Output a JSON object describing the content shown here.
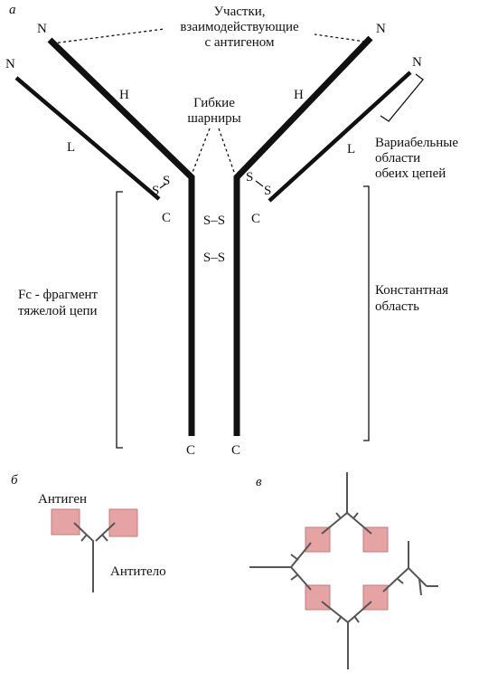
{
  "panel_a": {
    "letter": "а",
    "top_label": [
      "Участки,",
      "взаимодействующие",
      "с антигеном"
    ],
    "hinge_label": [
      "Гибкие",
      "шарниры"
    ],
    "variable_label": [
      "Вариабельные",
      "области",
      "обеих цепей"
    ],
    "constant_label": [
      "Константная",
      "область"
    ],
    "fc_label": [
      "Fc - фрагмент",
      "тяжелой цепи"
    ],
    "n_term": "N",
    "c_term": "C",
    "heavy_chain": "H",
    "light_chain": "L",
    "disulfide": "S–S",
    "disulfide_short": "S",
    "colors": {
      "chain": "#111111"
    }
  },
  "panel_b": {
    "letter": "б",
    "antigen_label": "Антиген",
    "antibody_label": "Антитело",
    "colors": {
      "antigen_fill": "#e5a3a3",
      "antigen_stroke": "#c97a7a",
      "antibody": "#555555"
    }
  },
  "panel_c": {
    "letter": "в"
  }
}
